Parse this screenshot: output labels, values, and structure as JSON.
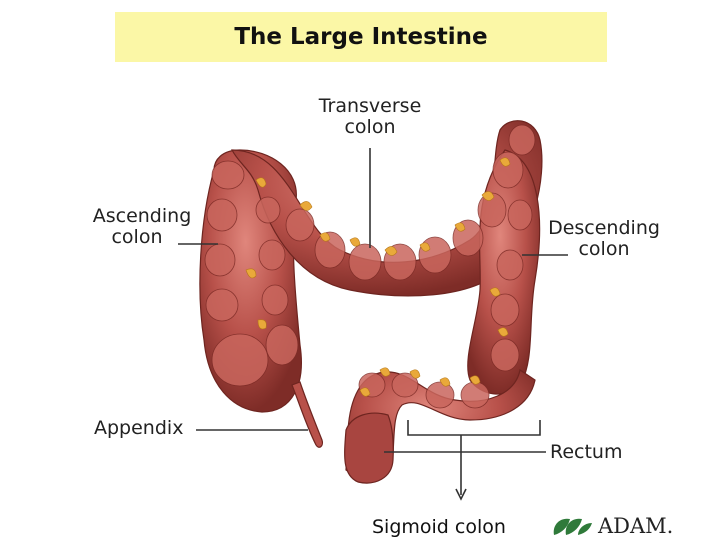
{
  "title": "The Large Intestine",
  "labels": {
    "transverse_1": "Transverse",
    "transverse_2": "colon",
    "ascending_1": "Ascending",
    "ascending_2": "colon",
    "descending_1": "Descending",
    "descending_2": "colon",
    "appendix": "Appendix",
    "rectum": "Rectum",
    "sigmoid": "Sigmoid colon"
  },
  "logo": {
    "text": "ADAM.",
    "icon": "adam-leaf-icon"
  },
  "colors": {
    "title_bg": "#fbf7a6",
    "colon": "#b8514a",
    "colon_dark": "#7e2c27",
    "fat": "#e9a93a",
    "leader": "#333333"
  }
}
